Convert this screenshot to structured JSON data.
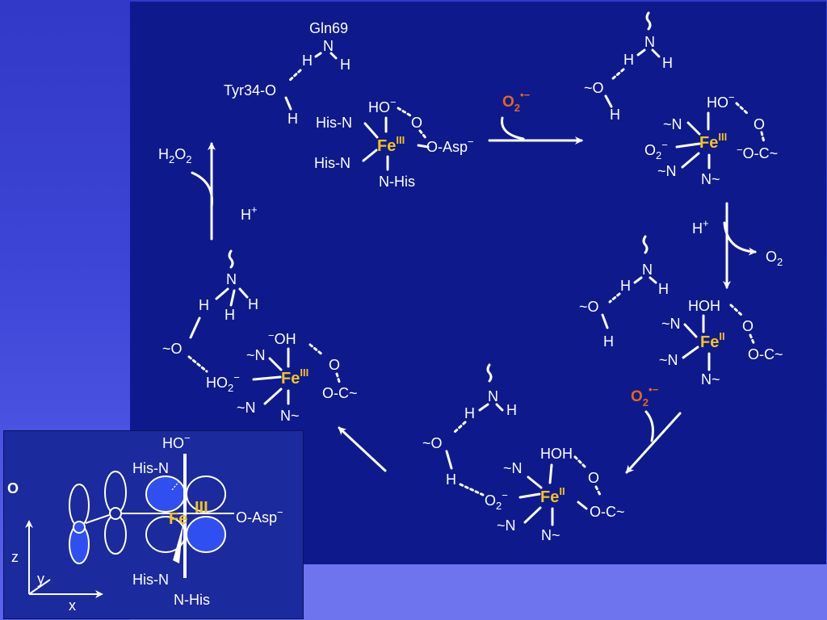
{
  "states": {
    "resting": {
      "gln": "Gln69",
      "n": "N",
      "h": "H",
      "tyr": "Tyr34-O",
      "ho": "HO",
      "minus": "−",
      "o": "O",
      "hisn": "His-N",
      "fe": "Fe",
      "fe_ox": "III",
      "oasp": "O-Asp",
      "nhis": "N-His"
    },
    "s2": {
      "tilde": "~",
      "n": "N",
      "h": "H",
      "o": "O",
      "ho": "HO",
      "minus": "−",
      "o2": "O",
      "sub2": "2",
      "fe": "Fe",
      "fe_ox": "III",
      "ocr": "O-C~",
      "tn": "~N",
      "nt": "N~"
    },
    "s3": {
      "hoh": "HOH",
      "fe": "Fe",
      "fe_ox": "II",
      "o": "O",
      "ocr": "O-C~",
      "tn": "~N",
      "nt": "N~",
      "n": "N",
      "h": "H",
      "tilde": "~"
    },
    "s4": {
      "hoh": "HOH",
      "fe": "Fe",
      "fe_ox": "II",
      "o": "O",
      "ocr": "O-C~",
      "tn": "~N",
      "nt": "N~",
      "n": "N",
      "h": "H",
      "tilde": "~",
      "o2": "O",
      "sub2": "2",
      "minus": "−"
    },
    "s5": {
      "oh": "OH",
      "minus": "−",
      "fe": "Fe",
      "fe_ox": "III",
      "o": "O",
      "ocr": "O-C~",
      "tn": "~N",
      "nt": "N~",
      "n": "N",
      "h": "H",
      "tilde": "~",
      "ho2": "HO",
      "sub2": "2"
    }
  },
  "reagents": {
    "superoxide_1": {
      "o": "O",
      "sub": "2",
      "dot_minus": "•−"
    },
    "proton_1": {
      "h": "H",
      "plus": "+"
    },
    "dioxygen": {
      "o": "O",
      "sub": "2"
    },
    "superoxide_2": {
      "o": "O",
      "sub": "2",
      "dot_minus": "•−"
    },
    "h2o2": {
      "h": "H",
      "sub1": "2",
      "o": "O",
      "sub2": "2"
    },
    "proton_2": {
      "h": "H",
      "plus": "+"
    }
  },
  "inset": {
    "o_label": "O",
    "ho": "HO",
    "minus": "−",
    "hisn_top": "His-N",
    "fe": "Fe",
    "fe_ox": "III",
    "oasp": "O-Asp",
    "hisn_bot": "His-N",
    "nhis": "N-His",
    "axis_z": "z",
    "axis_y": "y",
    "axis_x": "x"
  },
  "colors": {
    "panel": "#0e1a8c",
    "iron": "#f2c41a",
    "superoxide": "#e4661c",
    "orbital": "#2f4ff0",
    "text": "#ffffff"
  }
}
